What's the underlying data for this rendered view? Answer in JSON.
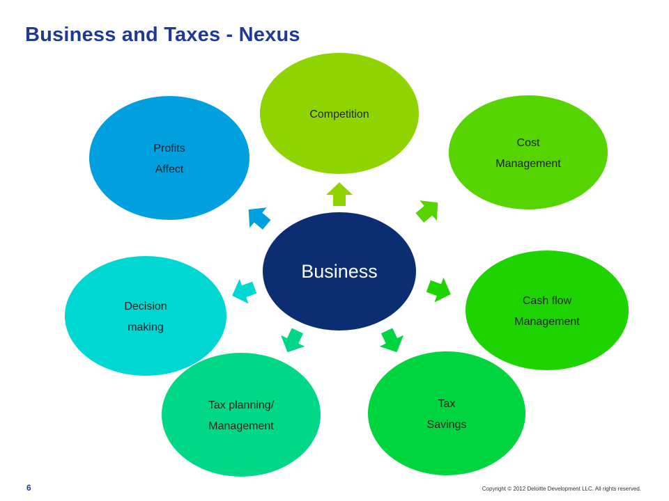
{
  "slide": {
    "title": "Business and Taxes - Nexus",
    "page_number": "6",
    "copyright": "Copyright © 2012 Deloitte Development LLC. All rights reserved."
  },
  "diagram": {
    "center": {
      "label": "Business",
      "color": "#0b2d72"
    },
    "nodes": [
      {
        "id": "competition",
        "lines": [
          "Competition"
        ],
        "color": "#8fd400"
      },
      {
        "id": "cost-management",
        "lines": [
          "Cost",
          "Management"
        ],
        "color": "#56d400"
      },
      {
        "id": "cash-flow-management",
        "lines": [
          "Cash flow",
          "Management"
        ],
        "color": "#1ed400"
      },
      {
        "id": "tax-savings",
        "lines": [
          "Tax",
          "Savings"
        ],
        "color": "#00d43f"
      },
      {
        "id": "tax-planning-management",
        "lines": [
          "Tax planning/",
          "Management"
        ],
        "color": "#00d888"
      },
      {
        "id": "decision-making",
        "lines": [
          "Decision",
          "making"
        ],
        "color": "#00d6d2"
      },
      {
        "id": "profits-affect",
        "lines": [
          "Profits",
          "Affect"
        ],
        "color": "#009fde"
      }
    ]
  }
}
